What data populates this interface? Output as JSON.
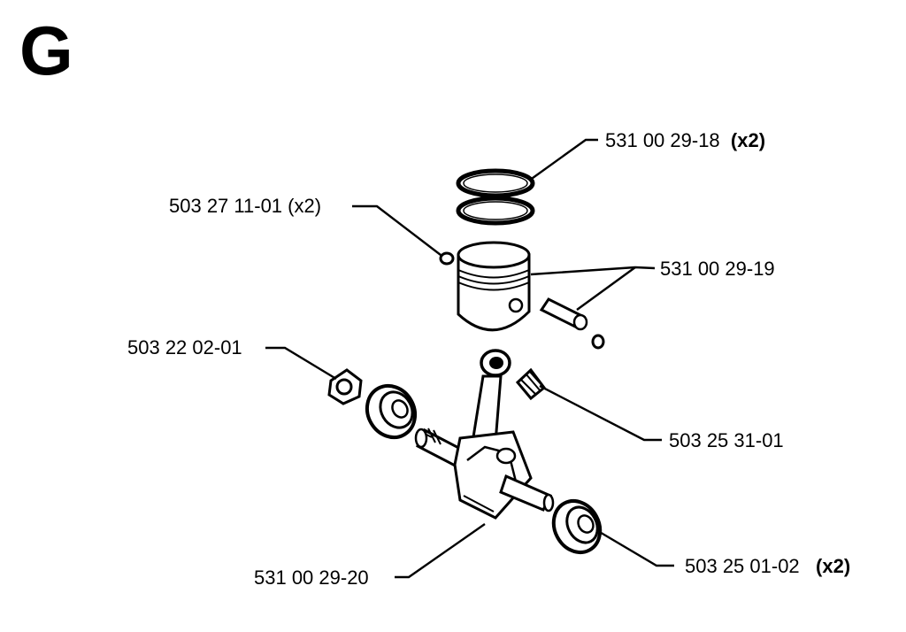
{
  "section": "G",
  "callouts": {
    "ring": {
      "part": "531 00 29-18",
      "qty": "(x2)"
    },
    "circlip": {
      "part": "503 27 11-01 (x2)"
    },
    "piston": {
      "part": "531 00 29-19"
    },
    "nut": {
      "part": "503 22 02-01"
    },
    "needle_bearing": {
      "part": "503 25 31-01"
    },
    "crankshaft": {
      "part": "531 00 29-20"
    },
    "ball_bearing": {
      "part": "503 25 01-02",
      "qty": "(x2)"
    }
  },
  "colors": {
    "ink": "#000000",
    "paper": "#ffffff"
  }
}
